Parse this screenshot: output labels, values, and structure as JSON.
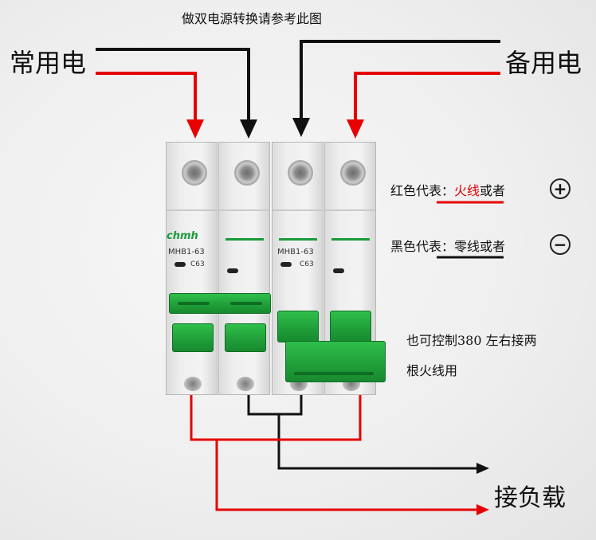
{
  "title": "做双电源转换请参考此图",
  "label_normal": "常用电",
  "label_backup": "备用电",
  "legend": {
    "red_prefix": "红色代表：",
    "red_word": "火线",
    "red_suffix": "或者",
    "red_symbol": "+",
    "black_prefix": "黑色代表：",
    "black_word": "零线",
    "black_suffix": "或者",
    "black_symbol": "−"
  },
  "note_line1": "也可控制380  左右接两",
  "note_line2": "根火线用",
  "load_label": "接负载",
  "breaker": {
    "brand": "chmh",
    "model_left": "MHB1-63",
    "model_right": "MHB1-63",
    "rating_left": "C63",
    "rating_right": "C63"
  },
  "colors": {
    "live": "#e60000",
    "neutral": "#111111",
    "lever": "#22ad40"
  }
}
